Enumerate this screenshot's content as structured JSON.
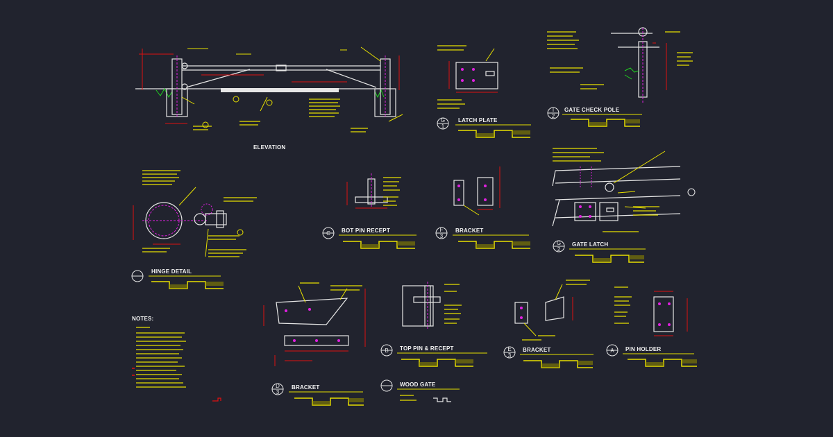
{
  "drawing": {
    "colors": {
      "background": "#21232e",
      "annotation": "#e8e000",
      "object": "#e6e6e6",
      "dimension": "#e01010",
      "centerline": "#e020e0",
      "grade": "#20d020"
    },
    "elevation": {
      "label": "ELEVATION"
    },
    "details": [
      {
        "id": "latch_plate",
        "letter": "G",
        "sheet": "1",
        "title": "LATCH PLATE"
      },
      {
        "id": "gate_check_pole",
        "letter": "I",
        "sheet": "2",
        "title": "GATE CHECK POLE"
      },
      {
        "id": "hinge_detail",
        "letter": "",
        "sheet": "",
        "title": "HINGE DETAIL"
      },
      {
        "id": "bot_pin_recept",
        "letter": "C",
        "sheet": "",
        "title": "BOT PIN RECEPT"
      },
      {
        "id": "bracket_f",
        "letter": "F",
        "sheet": "3",
        "title": "BRACKET"
      },
      {
        "id": "gate_latch",
        "letter": "G",
        "sheet": "2",
        "title": "GATE LATCH"
      },
      {
        "id": "top_pin_recept",
        "letter": "B",
        "sheet": "",
        "title": "TOP PIN & RECEPT"
      },
      {
        "id": "bracket_e",
        "letter": "E",
        "sheet": "3",
        "title": "BRACKET"
      },
      {
        "id": "pin_holder",
        "letter": "A",
        "sheet": "",
        "title": "PIN HOLDER"
      },
      {
        "id": "bracket_d",
        "letter": "D",
        "sheet": "3",
        "title": "BRACKET"
      },
      {
        "id": "wood_gate",
        "letter": "",
        "sheet": "",
        "title": "WOOD GATE"
      }
    ],
    "notes": {
      "heading": "NOTES:"
    }
  }
}
